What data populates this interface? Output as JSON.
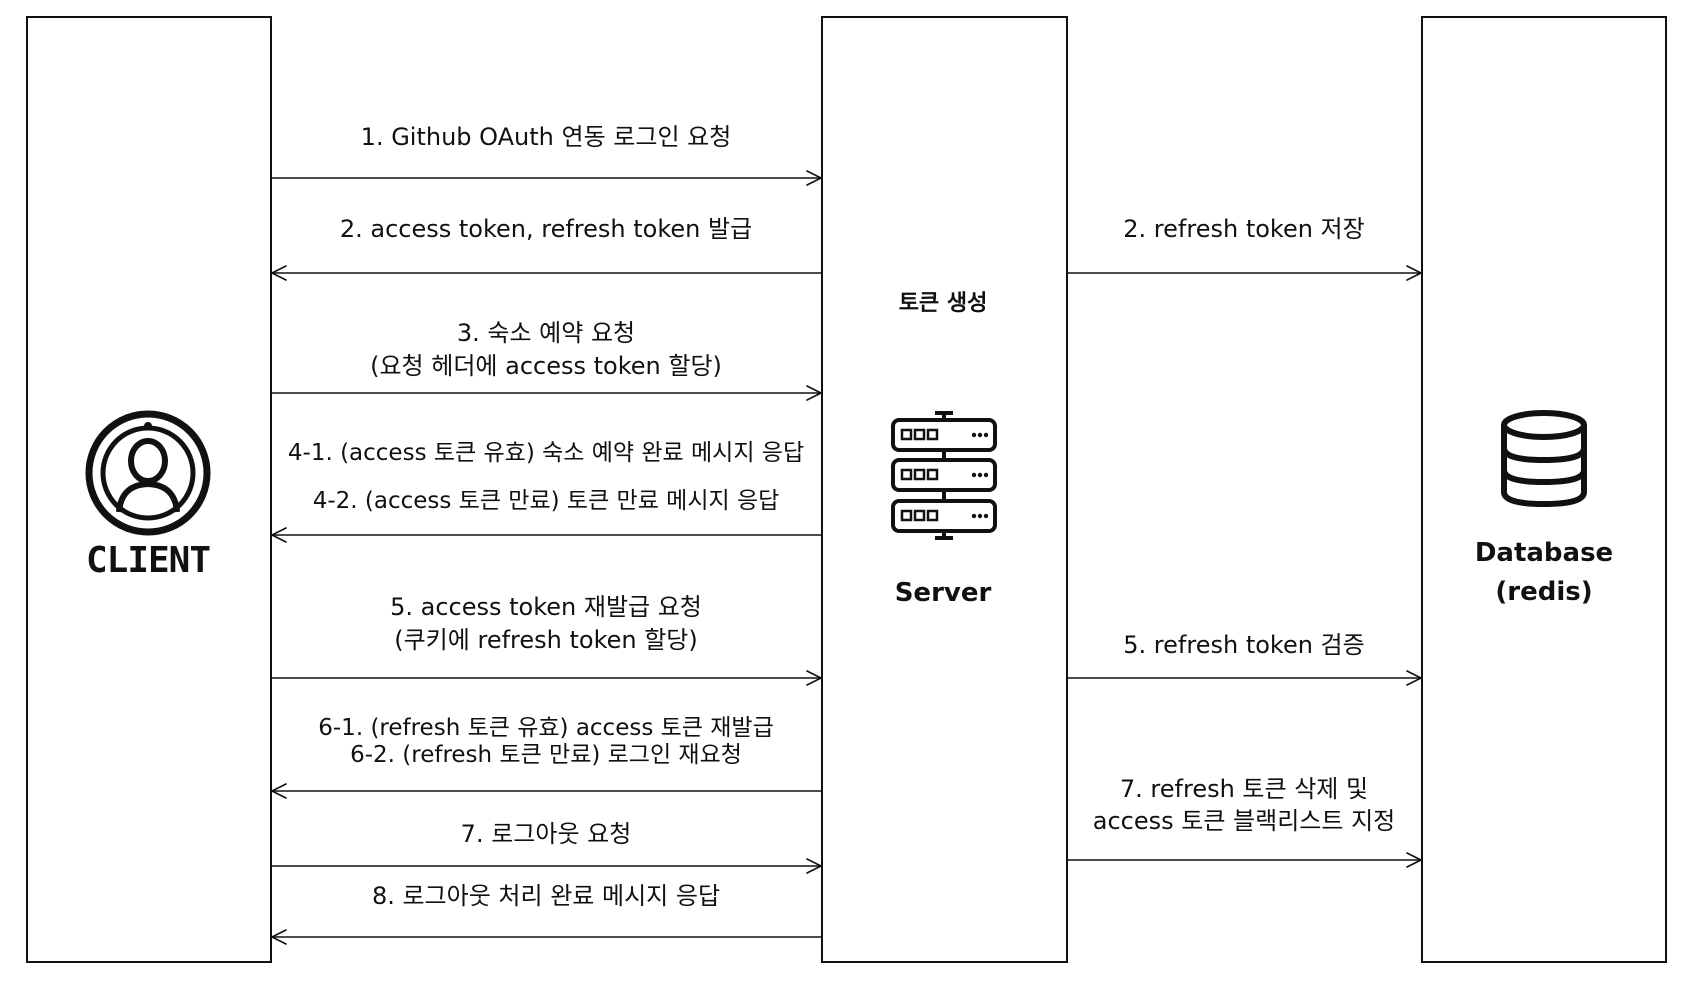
{
  "nodes": {
    "client": {
      "label": "CLIENT",
      "icon": "user-circle-icon"
    },
    "server": {
      "label": "Server",
      "sub_label": "토큰 생성",
      "icon": "server-rack-icon"
    },
    "database": {
      "label_line1": "Database",
      "label_line2": "(redis)",
      "icon": "database-icon"
    }
  },
  "client_server_messages": [
    {
      "lines": [
        "1. Github OAuth 연동 로그인 요청"
      ],
      "direction": "to-server"
    },
    {
      "lines": [
        "2. access token, refresh token 발급"
      ],
      "direction": "to-client"
    },
    {
      "lines": [
        "3. 숙소 예약 요청",
        "(요청 헤더에 access token 할당)"
      ],
      "direction": "to-server"
    },
    {
      "lines": [
        "4-1. (access 토큰 유효) 숙소 예약 완료 메시지 응답",
        "4-2. (access 토큰 만료) 토큰 만료 메시지 응답"
      ],
      "direction": "to-client"
    },
    {
      "lines": [
        "5. access token 재발급 요청",
        "(쿠키에 refresh token 할당)"
      ],
      "direction": "to-server"
    },
    {
      "lines": [
        "6-1. (refresh 토큰 유효) access 토큰 재발급",
        "6-2. (refresh 토큰 만료) 로그인 재요청"
      ],
      "direction": "to-client"
    },
    {
      "lines": [
        "7. 로그아웃 요청"
      ],
      "direction": "to-server"
    },
    {
      "lines": [
        "8. 로그아웃 처리 완료 메시지 응답"
      ],
      "direction": "to-client"
    }
  ],
  "server_db_messages": [
    {
      "lines": [
        "2. refresh token 저장"
      ],
      "direction": "to-db"
    },
    {
      "lines": [
        "5. refresh token 검증"
      ],
      "direction": "to-db"
    },
    {
      "lines": [
        "7. refresh 토큰 삭제 및",
        "access 토큰 블랙리스트 지정"
      ],
      "direction": "to-db"
    }
  ]
}
